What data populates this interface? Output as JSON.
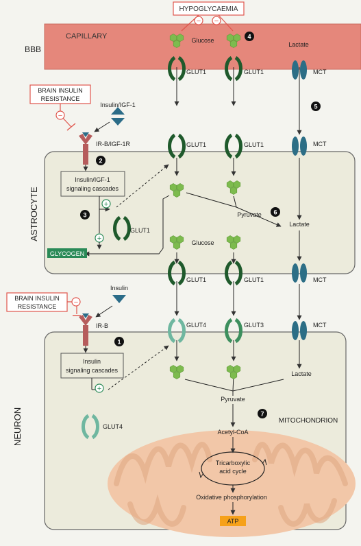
{
  "labels": {
    "hypoglycaemia": "HYPOGLYCAEMIA",
    "bbb": "BBB",
    "capillary": "CAPILLARY",
    "astrocyte": "ASTROCYTE",
    "neuron": "NEURON",
    "brain_insulin_resistance_1_line1": "BRAIN INSULIN",
    "brain_insulin_resistance_1_line2": "RESISTANCE",
    "brain_insulin_resistance_2_line1": "BRAIN INSULIN",
    "brain_insulin_resistance_2_line2": "RESISTANCE",
    "insulin_igf1": "Insulin/IGF-1",
    "ir_b_igf_1r": "IR-B/IGF-1R",
    "insulin": "Insulin",
    "ir_b": "IR-B",
    "igf_cascades_line1": "Insulin/IGF-1",
    "igf_cascades_line2": "signaling cascades",
    "insulin_cascades_line1": "Insulin",
    "insulin_cascades_line2": "signaling cascades",
    "glycogen": "GLYCOGEN",
    "glucose_cap": "Glucose",
    "glucose_astro": "Glucose",
    "lactate_cap": "Lactate",
    "lactate_astro": "Lactate",
    "lactate_neuron": "Lactate",
    "pyruvate_astro": "Pyruvate",
    "pyruvate_neuron": "Pyruvate",
    "mitochondrion": "MITOCHONDRION",
    "acetyl_coa": "Acetyl-CoA",
    "tca_line1": "Tricarboxylic",
    "tca_line2": "acid cycle",
    "oxphos": "Oxidative phosphorylation",
    "atp": "ATP",
    "glut1": "GLUT1",
    "glut3": "GLUT3",
    "glut4": "GLUT4",
    "mct": "MCT",
    "minus": "−",
    "plus": "+"
  },
  "steps": [
    "1",
    "2",
    "3",
    "4",
    "5",
    "6",
    "7"
  ],
  "colors": {
    "capillary": "#e5877b",
    "cell": "#ecebdc",
    "glut1": "#1f5a2c",
    "glut_light": "#6fb7a0",
    "mct": "#2c6e86",
    "glucose": "#7dbb4e",
    "receptor": "#b65c5c",
    "insulin": "#2b6c88",
    "glycogen": "#2a8a57",
    "red": "#e0554c",
    "mito": "#f2c7a8",
    "atp": "#f6a11a"
  }
}
